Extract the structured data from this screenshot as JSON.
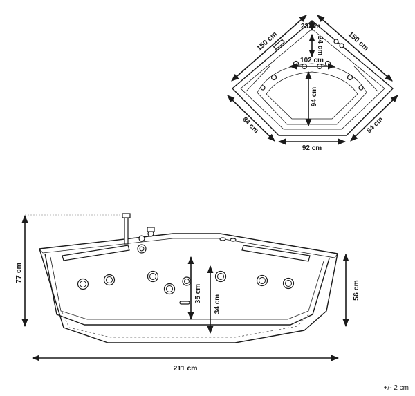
{
  "top_view": {
    "dims": {
      "left_side": "150 cm",
      "right_side": "150 cm",
      "corner_to_rim": "23 cm",
      "rim_depth": "24 cm",
      "inner_back_width": "102 cm",
      "inner_depth": "94 cm",
      "left_front": "84 cm",
      "right_front": "84 cm",
      "front_width": "92 cm"
    }
  },
  "side_view": {
    "dims": {
      "total_height": "77 cm",
      "front_height": "56 cm",
      "interior_depth_a": "35 cm",
      "interior_depth_b": "34 cm",
      "total_width": "211 cm"
    }
  },
  "tolerance": "+/- 2 cm"
}
